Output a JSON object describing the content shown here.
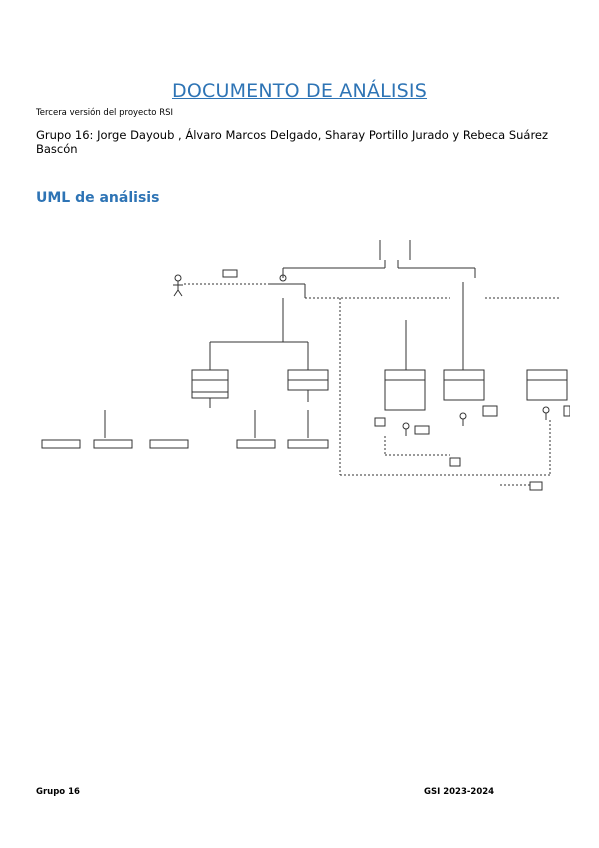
{
  "document": {
    "title": "DOCUMENTO DE ANÁLISIS",
    "subtitle": "Tercera versión del proyecto RSI",
    "authors": "Grupo 16: Jorge Dayoub , Álvaro Marcos Delgado, Sharay Portillo Jurado y Rebeca Suárez Bascón",
    "section_heading": "UML de análisis",
    "footer_left": "Grupo 16",
    "footer_right": "GSI 2023-2024"
  },
  "colors": {
    "heading_blue": "#2e74b5",
    "diagram_line": "#333333"
  }
}
